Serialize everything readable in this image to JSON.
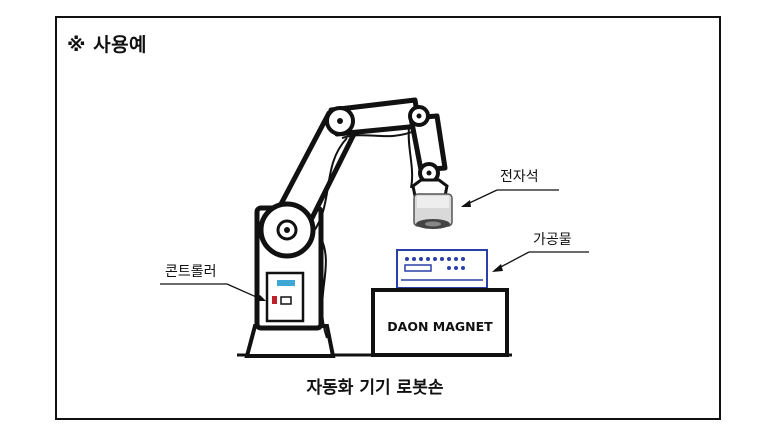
{
  "heading": "※ 사용예",
  "labels": {
    "magnet": "전자석",
    "workpiece": "가공물",
    "controller": "콘트롤러",
    "machine_brand": "DAON MAGNET",
    "caption": "자동화 기기 로봇손"
  },
  "colors": {
    "frame": "#111111",
    "device_accent": "#2b3fa8",
    "controller_screen": "#3fa7d6",
    "controller_button": "#c0202a"
  }
}
